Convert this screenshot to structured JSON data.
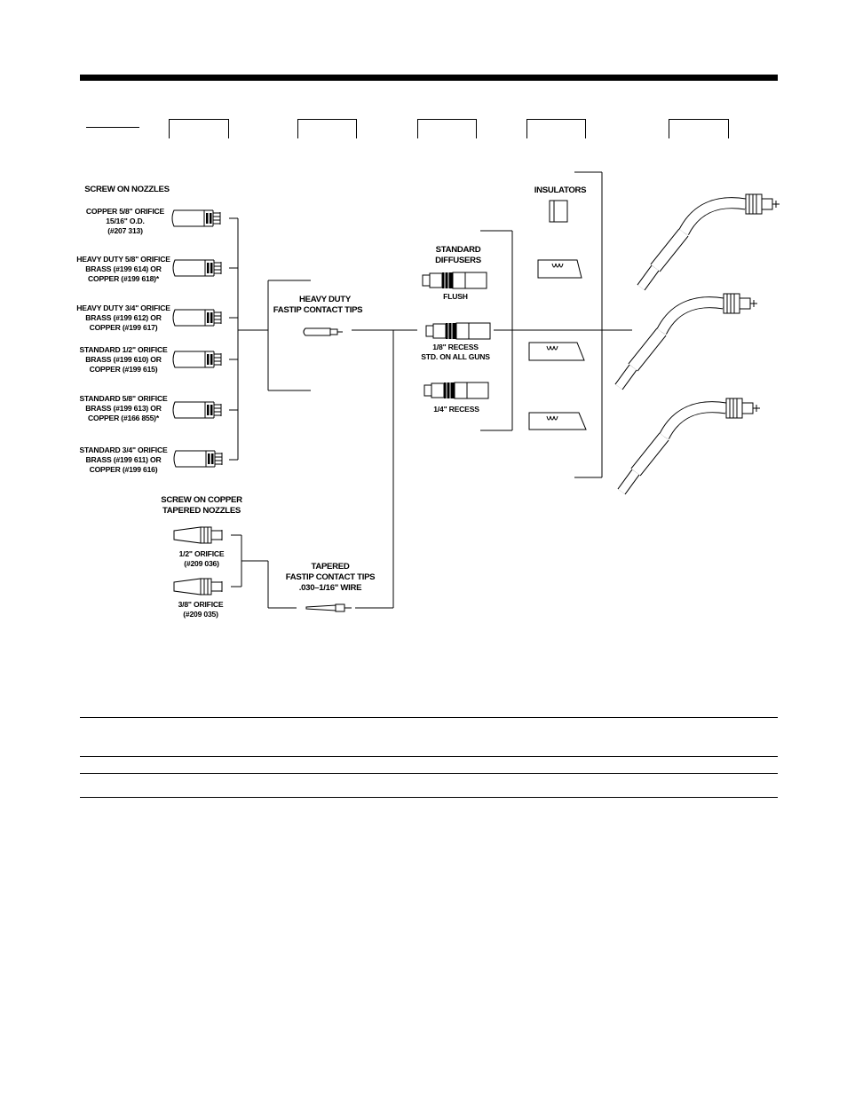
{
  "sections": {
    "screw_on_nozzles": {
      "title": "SCREW ON NOZZLES",
      "items": [
        [
          "COPPER 5/8\" ORIFICE",
          "15/16\" O.D.",
          "(#207 313)"
        ],
        [
          "HEAVY DUTY 5/8\" ORIFICE",
          "BRASS (#199 614) OR",
          "COPPER (#199 618)*"
        ],
        [
          "HEAVY DUTY 3/4\" ORIFICE",
          "BRASS (#199 612) OR",
          "COPPER (#199 617)"
        ],
        [
          "STANDARD 1/2\" ORIFICE",
          "BRASS (#199 610) OR",
          "COPPER (#199 615)"
        ],
        [
          "STANDARD 5/8\" ORIFICE",
          "BRASS (#199 613) OR",
          "COPPER (#166 855)*"
        ],
        [
          "STANDARD 3/4\" ORIFICE",
          "BRASS (#199 611) OR",
          "COPPER (#199 616)"
        ]
      ]
    },
    "tapered_nozzles": {
      "title": [
        "SCREW ON COPPER",
        "TAPERED NOZZLES"
      ],
      "items": [
        [
          "1/2\" ORIFICE",
          "(#209 036)"
        ],
        [
          "3/8\" ORIFICE",
          "(#209 035)"
        ]
      ]
    },
    "heavy_duty_tips": {
      "title": [
        "HEAVY DUTY",
        "FASTIP CONTACT TIPS"
      ]
    },
    "tapered_tips": {
      "title": [
        "TAPERED",
        "FASTIP CONTACT TIPS",
        ".030–1/16\" WIRE"
      ]
    },
    "diffusers": {
      "title": [
        "STANDARD",
        "DIFFUSERS"
      ],
      "items": [
        [
          "FLUSH"
        ],
        [
          "1/8\" RECESS",
          "STD. ON ALL GUNS"
        ],
        [
          "1/4\" RECESS"
        ]
      ]
    },
    "insulators": {
      "title": "INSULATORS"
    }
  }
}
